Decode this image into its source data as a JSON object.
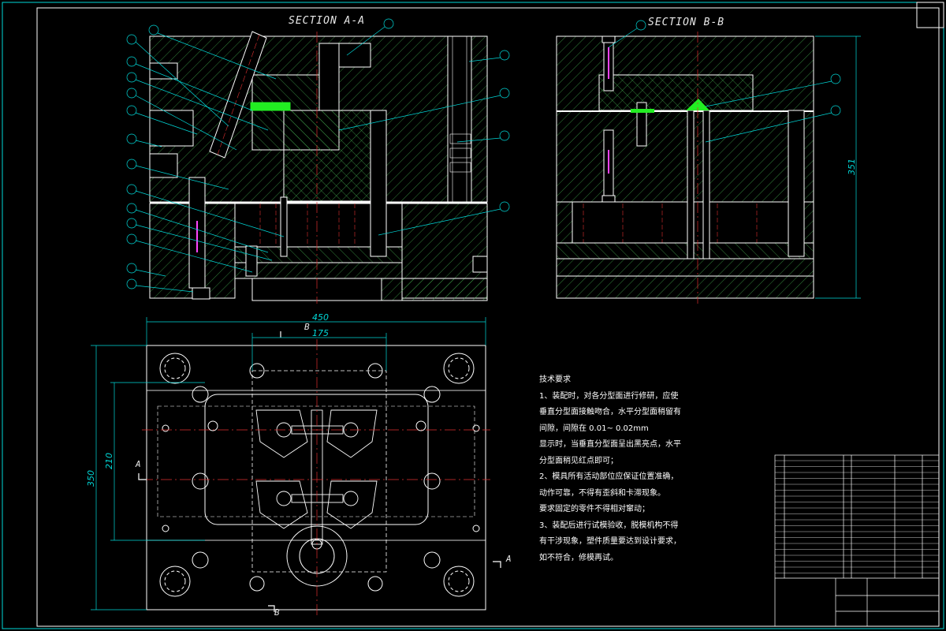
{
  "sections": {
    "a": "SECTION A-A",
    "b": "SECTION B-B"
  },
  "dimensions": {
    "width_total": "450",
    "width_inner": "175",
    "height_total": "350",
    "height_inner": "210",
    "height_side": "351"
  },
  "cut_markers": {
    "a_left": "A",
    "a_right": "A",
    "b_top": "B",
    "b_bottom": "B"
  },
  "notes": {
    "title": "技术要求",
    "lines": [
      "1、装配时，对各分型面进行修研，应使",
      "垂直分型面接触吻合，水平分型面稍留有",
      "间隙，间隙在  0.01~ 0.02mm",
      "显示时，当垂直分型面呈出黑亮点，水平",
      "分型面稍见红点即可；",
      "2、模具所有活动部位应保证位置准确，",
      "动作可靠，不得有歪斜和卡滞现象。",
      "要求固定的零件不得相对窜动；",
      "3、装配后进行试模验收，脱模机构不得",
      "有干涉现象，塑件质量要达到设计要求，",
      "如不符合，修模再试。"
    ]
  },
  "colors": {
    "outline": "#ffffff",
    "hatch": "#3fa048",
    "dimension": "#00d8d8",
    "center": "#e03030",
    "green": "#22ee22",
    "magenta": "#ff44ff"
  }
}
